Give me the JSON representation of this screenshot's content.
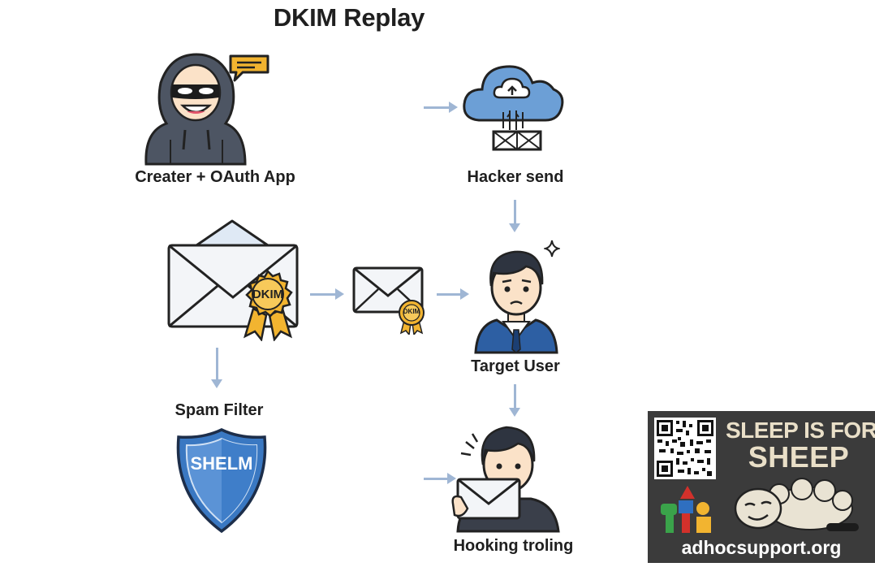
{
  "title": "DKIM Replay",
  "nodes": {
    "creator": "Creater + OAuth App",
    "hacker_send": "Hacker send",
    "target_user": "Target User",
    "spam_filter": "Spam Filter",
    "hooking": "Hooking troling"
  },
  "badges": {
    "dkim_large": "DKIM",
    "dkim_small": "DKIM",
    "shield": "SHELM"
  },
  "ad": {
    "line1": "SLEEP IS FOR",
    "line2": "SHEEP",
    "url": "adhocsupport.org"
  },
  "icons": [
    "hacker-icon",
    "speech-bubble-icon",
    "cloud-server-icon",
    "envelope-icon",
    "dkim-seal-icon",
    "user-icon",
    "sparkle-icon",
    "shield-icon",
    "qr-code-icon",
    "sheep-icon"
  ],
  "colors": {
    "arrow": "#9fb6d4",
    "cloud": "#6c9fd6",
    "seal": "#f2b430",
    "shield": "#3a78c2",
    "suit": "#2d5fa3",
    "ad_background": "#3b3b3b"
  }
}
